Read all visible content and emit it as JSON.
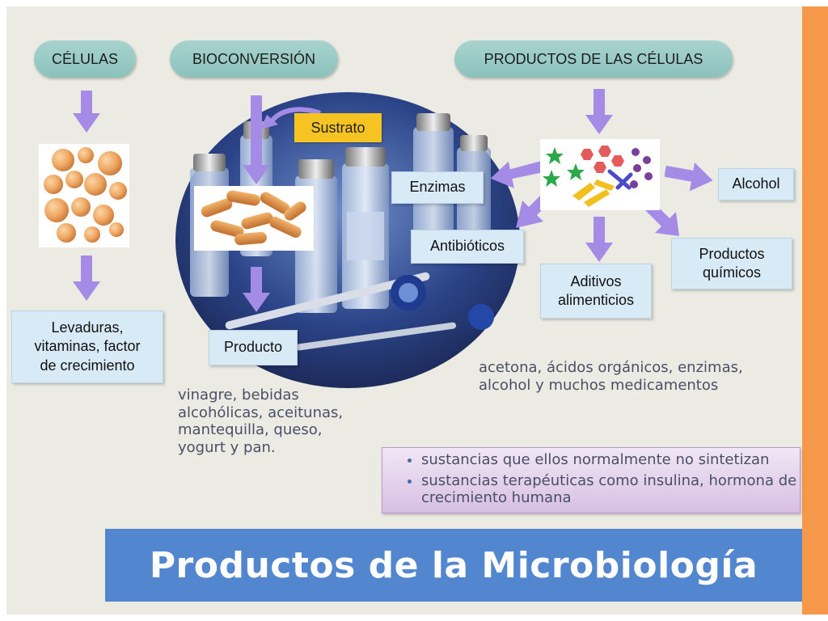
{
  "headers": {
    "cells": "CÉLULAS",
    "bioconversion": "BIOCONVERSIÓN",
    "cell_products": "PRODUCTOS DE LAS CÉLULAS"
  },
  "left_column": {
    "result_lines": [
      "Levaduras,",
      "vitaminas, factor",
      "de crecimiento"
    ]
  },
  "middle_column": {
    "substrate_label": "Sustrato",
    "product_label": "Producto",
    "examples": [
      "vinagre, bebidas",
      "alcohólicas, aceitunas,",
      "mantequilla, queso,",
      "yogurt y pan."
    ]
  },
  "right_column": {
    "enzymes": "Enzimas",
    "antibiotics": "Antibióticos",
    "additives_lines": [
      "Aditivos",
      "alimenticios"
    ],
    "chemicals_lines": [
      "Productos",
      "químicos"
    ],
    "alcohol": "Alcohol",
    "examples": [
      "acetona, ácidos orgánicos, enzimas,",
      "alcohol y muchos medicamentos"
    ]
  },
  "bullets": [
    "sustancias que ellos normalmente no sintetizan",
    "sustancias terapéuticas como insulina, hormona de crecimiento humana"
  ],
  "title": "Productos de la Microbiología",
  "colors": {
    "arrow": "#a48be6",
    "title_band": "#5287cf",
    "accent_side": "#f5984a",
    "substrate": "#f5c422"
  }
}
